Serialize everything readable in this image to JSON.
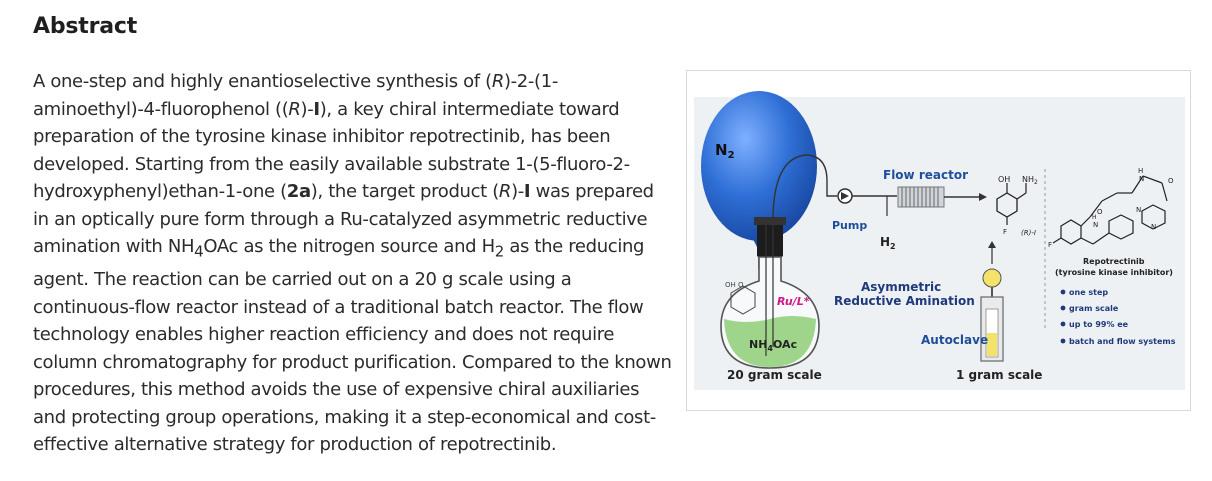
{
  "abstract": {
    "heading": "Abstract",
    "p1": "A one-step and highly enantioselective synthesis of (",
    "r1": "R",
    "p2": ")-2-(1-aminoethyl)-4-fluorophenol ((",
    "r2": "R",
    "p3": ")-",
    "i1": "I",
    "p4": "), a key chiral intermediate toward preparation of the tyrosine kinase inhibitor repotrectinib, has been developed. Starting from the easily available substrate 1-(5-fluoro-2-hydroxyphenyl)ethan-1-one (",
    "b2a": "2a",
    "p5": "), the target product (",
    "r3": "R",
    "p6": ")-",
    "i2": "I",
    "p7": " was prepared in an optically pure form through a Ru-catalyzed asymmetric reductive amination with NH",
    "sub4": "4",
    "p8": "OAc as the nitrogen source and H",
    "sub2": "2",
    "p9": " as the reducing agent. The reaction can be carried out on a 20 g scale using a continuous-flow reactor instead of a traditional batch reactor. The flow technology enables higher reaction efficiency and does not require column chromatography for product purification. Compared to the known procedures, this method avoids the use of expensive chiral auxiliaries and protecting group operations, making it a step-economical and cost-effective alternative strategy for production of repotrectinib."
  },
  "figure": {
    "balloon_label": "N",
    "balloon_sub": "2",
    "pump_label": "Pump",
    "flow_reactor_label": "Flow reactor",
    "h2_label": "H",
    "h2_sub": "2",
    "catalyst_label": "Ru/L*",
    "nh4oac_label": "NH",
    "nh4oac_sub": "4",
    "nh4oac_rest": "OAc",
    "oh_o_label": "OH O",
    "batch_scale_label": "20 gram scale",
    "asym_line1": "Asymmetric",
    "asym_line2": "Reductive Amination",
    "autoclave_label": "Autoclave",
    "autoclave_scale_label": "1 gram scale",
    "product_oh": "OH",
    "product_nh": "NH",
    "product_nh_sub": "2",
    "product_f": "F",
    "product_label": "(R)-I",
    "drug_f": "F",
    "drug_o": "O",
    "drug_h1": "H",
    "drug_n1": "N",
    "drug_o2": "O",
    "drug_n2": "N",
    "drug_h2": "H",
    "drug_n3": "N",
    "drug_n4": "N",
    "drug_name": "Repotrectinib",
    "drug_class": "(tyrosine kinase inhibitor)",
    "bullets": [
      "one step",
      "gram scale",
      "up to 99% ee",
      "batch and flow systems"
    ],
    "colors": {
      "balloon": "#2f6fd6",
      "flask_liquid": "#9fd58a",
      "catalyst": "#d0198a",
      "flow_text": "#1f4e9a",
      "bullet": "#1f3a7a"
    }
  }
}
